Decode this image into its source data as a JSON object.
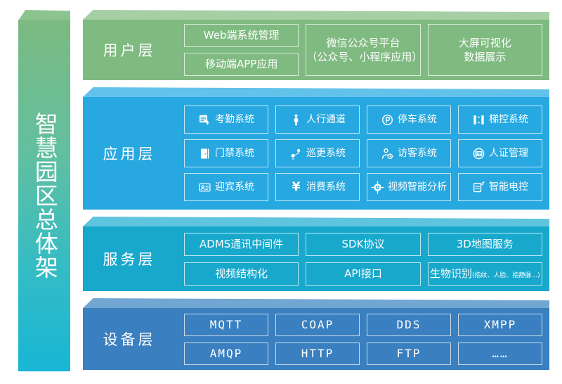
{
  "banner": {
    "title": "智慧园区总体架"
  },
  "layers": [
    {
      "id": "user",
      "label": "用户层",
      "color": "#7fba80",
      "columns": [
        {
          "cells": [
            {
              "text": "Web端系统管理"
            },
            {
              "text": "移动端APP应用"
            }
          ]
        },
        {
          "cells": [
            {
              "text": "微信公众号平台\n（公众号、小程序应用）"
            }
          ]
        },
        {
          "cells": [
            {
              "text": "大屏可视化\n数据展示"
            }
          ]
        }
      ]
    },
    {
      "id": "application",
      "label": "应用层",
      "color": "#27a8e0",
      "columns": [
        {
          "cells": [
            {
              "text": "考勤系统",
              "icon": "attendance-calendar-icon"
            },
            {
              "text": "门禁系统",
              "icon": "door-access-icon"
            },
            {
              "text": "迎宾系统",
              "icon": "greeting-person-icon"
            }
          ]
        },
        {
          "cells": [
            {
              "text": "人行通道",
              "icon": "pedestrian-person-icon"
            },
            {
              "text": "巡更系统",
              "icon": "patrol-route-pin-icon"
            },
            {
              "text": "消费系统",
              "icon": "yen-currency-icon"
            }
          ]
        },
        {
          "cells": [
            {
              "text": "停车系统",
              "icon": "parking-p-circle-icon"
            },
            {
              "text": "访客系统",
              "icon": "visitor-person-clock-icon"
            },
            {
              "text": "视频智能分析",
              "icon": "camera-lens-icon"
            }
          ]
        },
        {
          "cells": [
            {
              "text": "梯控系统",
              "icon": "elevator-icon"
            },
            {
              "text": "人证管理",
              "icon": "id-card-circle-icon"
            },
            {
              "text": "智能电控",
              "icon": "smart-switch-panel-icon"
            }
          ]
        }
      ]
    },
    {
      "id": "service",
      "label": "服务层",
      "color": "#17a8cc",
      "columns": [
        {
          "cells": [
            {
              "text": "ADMS通讯中间件"
            },
            {
              "text": "视频结构化"
            }
          ]
        },
        {
          "cells": [
            {
              "text": "SDK协议"
            },
            {
              "text": "API接口"
            }
          ]
        },
        {
          "cells": [
            {
              "text": "3D地图服务"
            },
            {
              "text": "生物识别",
              "subtext": "(指纹、人脸、指静脉...)"
            }
          ]
        }
      ]
    },
    {
      "id": "device",
      "label": "设备层",
      "color": "#3a7fbf",
      "columns": [
        {
          "cells": [
            {
              "text": "MQTT"
            },
            {
              "text": "AMQP"
            }
          ]
        },
        {
          "cells": [
            {
              "text": "COAP"
            },
            {
              "text": "HTTP"
            }
          ]
        },
        {
          "cells": [
            {
              "text": "DDS"
            },
            {
              "text": "FTP"
            }
          ]
        },
        {
          "cells": [
            {
              "text": "XMPP"
            },
            {
              "text": "……"
            }
          ]
        }
      ]
    }
  ]
}
